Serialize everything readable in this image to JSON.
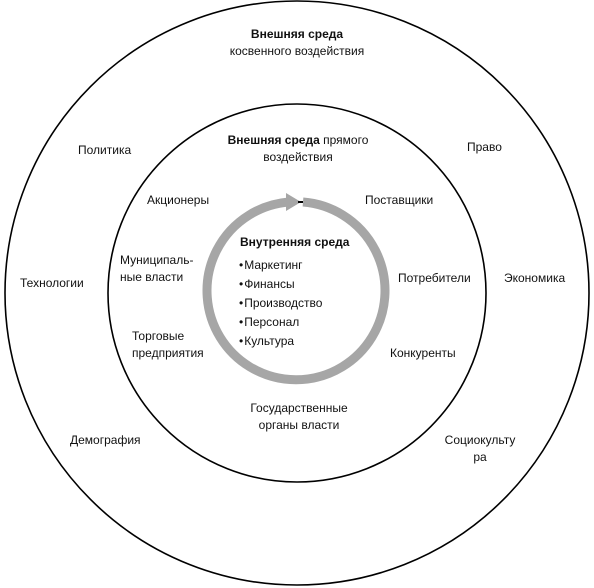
{
  "outer": {
    "title_bold": "Внешняя среда",
    "title_rest": "косвенного воздействия",
    "factors": {
      "politics": "Политика",
      "law": "Право",
      "technology": "Технологии",
      "economy": "Экономика",
      "demography": "Демография",
      "sociocultural_line1": "Социокульту",
      "sociocultural_line2": "ра"
    }
  },
  "middle": {
    "title_bold": "Внешняя среда",
    "title_rest_line1": "прямого",
    "title_rest_line2": "воздействия",
    "factors": {
      "shareholders": "Акционеры",
      "suppliers": "Поставщики",
      "municipal_line1": "Муниципаль-",
      "municipal_line2": "ные власти",
      "consumers": "Потребители",
      "trade_line1": "Торговые",
      "trade_line2": "предприятия",
      "competitors": "Конкуренты",
      "government_line1": "Государственные",
      "government_line2": "органы власти"
    }
  },
  "inner": {
    "title": "Внутренняя среда",
    "items": [
      "Маркетинг",
      "Финансы",
      "Производство",
      "Персонал",
      "Культура"
    ]
  },
  "colors": {
    "stroke": "#000000",
    "cycle_arrow": "#a6a6a6"
  }
}
